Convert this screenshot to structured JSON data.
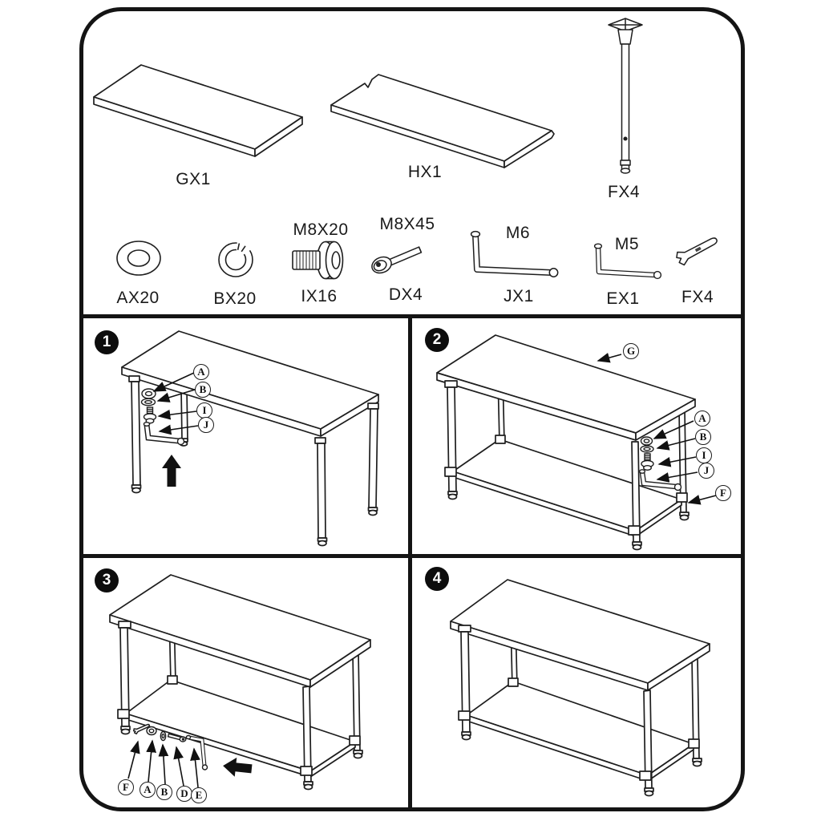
{
  "colors": {
    "line": "#1e1e1e",
    "frame": "#141414",
    "label_text": "#1a1a1a",
    "background": "#ffffff",
    "badge_bg": "#0d0d0d",
    "badge_text": "#ffffff"
  },
  "parts": {
    "gx1": {
      "label": "GX1"
    },
    "hx1": {
      "label": "HX1"
    },
    "fx4_leg": {
      "label": "FX4"
    },
    "ax20": {
      "label": "AX20"
    },
    "bx20": {
      "label": "BX20"
    },
    "ix16": {
      "label": "IX16",
      "spec": "M8X20"
    },
    "dx4": {
      "label": "DX4",
      "spec": "M8X45"
    },
    "jx1": {
      "label": "JX1",
      "spec": "M6"
    },
    "ex1": {
      "label": "EX1",
      "spec": "M5"
    },
    "fx4_tool": {
      "label": "FX4"
    }
  },
  "steps": {
    "step1": {
      "number": "1",
      "callouts": {
        "a": "A",
        "b": "B",
        "i": "I",
        "j": "J"
      }
    },
    "step2": {
      "number": "2",
      "callouts": {
        "g": "G",
        "a": "A",
        "b": "B",
        "i": "I",
        "j": "J",
        "f": "F"
      }
    },
    "step3": {
      "number": "3",
      "callouts": {
        "f": "F",
        "a": "A",
        "b": "B",
        "d": "D",
        "e": "E"
      }
    },
    "step4": {
      "number": "4",
      "callouts": {}
    }
  }
}
